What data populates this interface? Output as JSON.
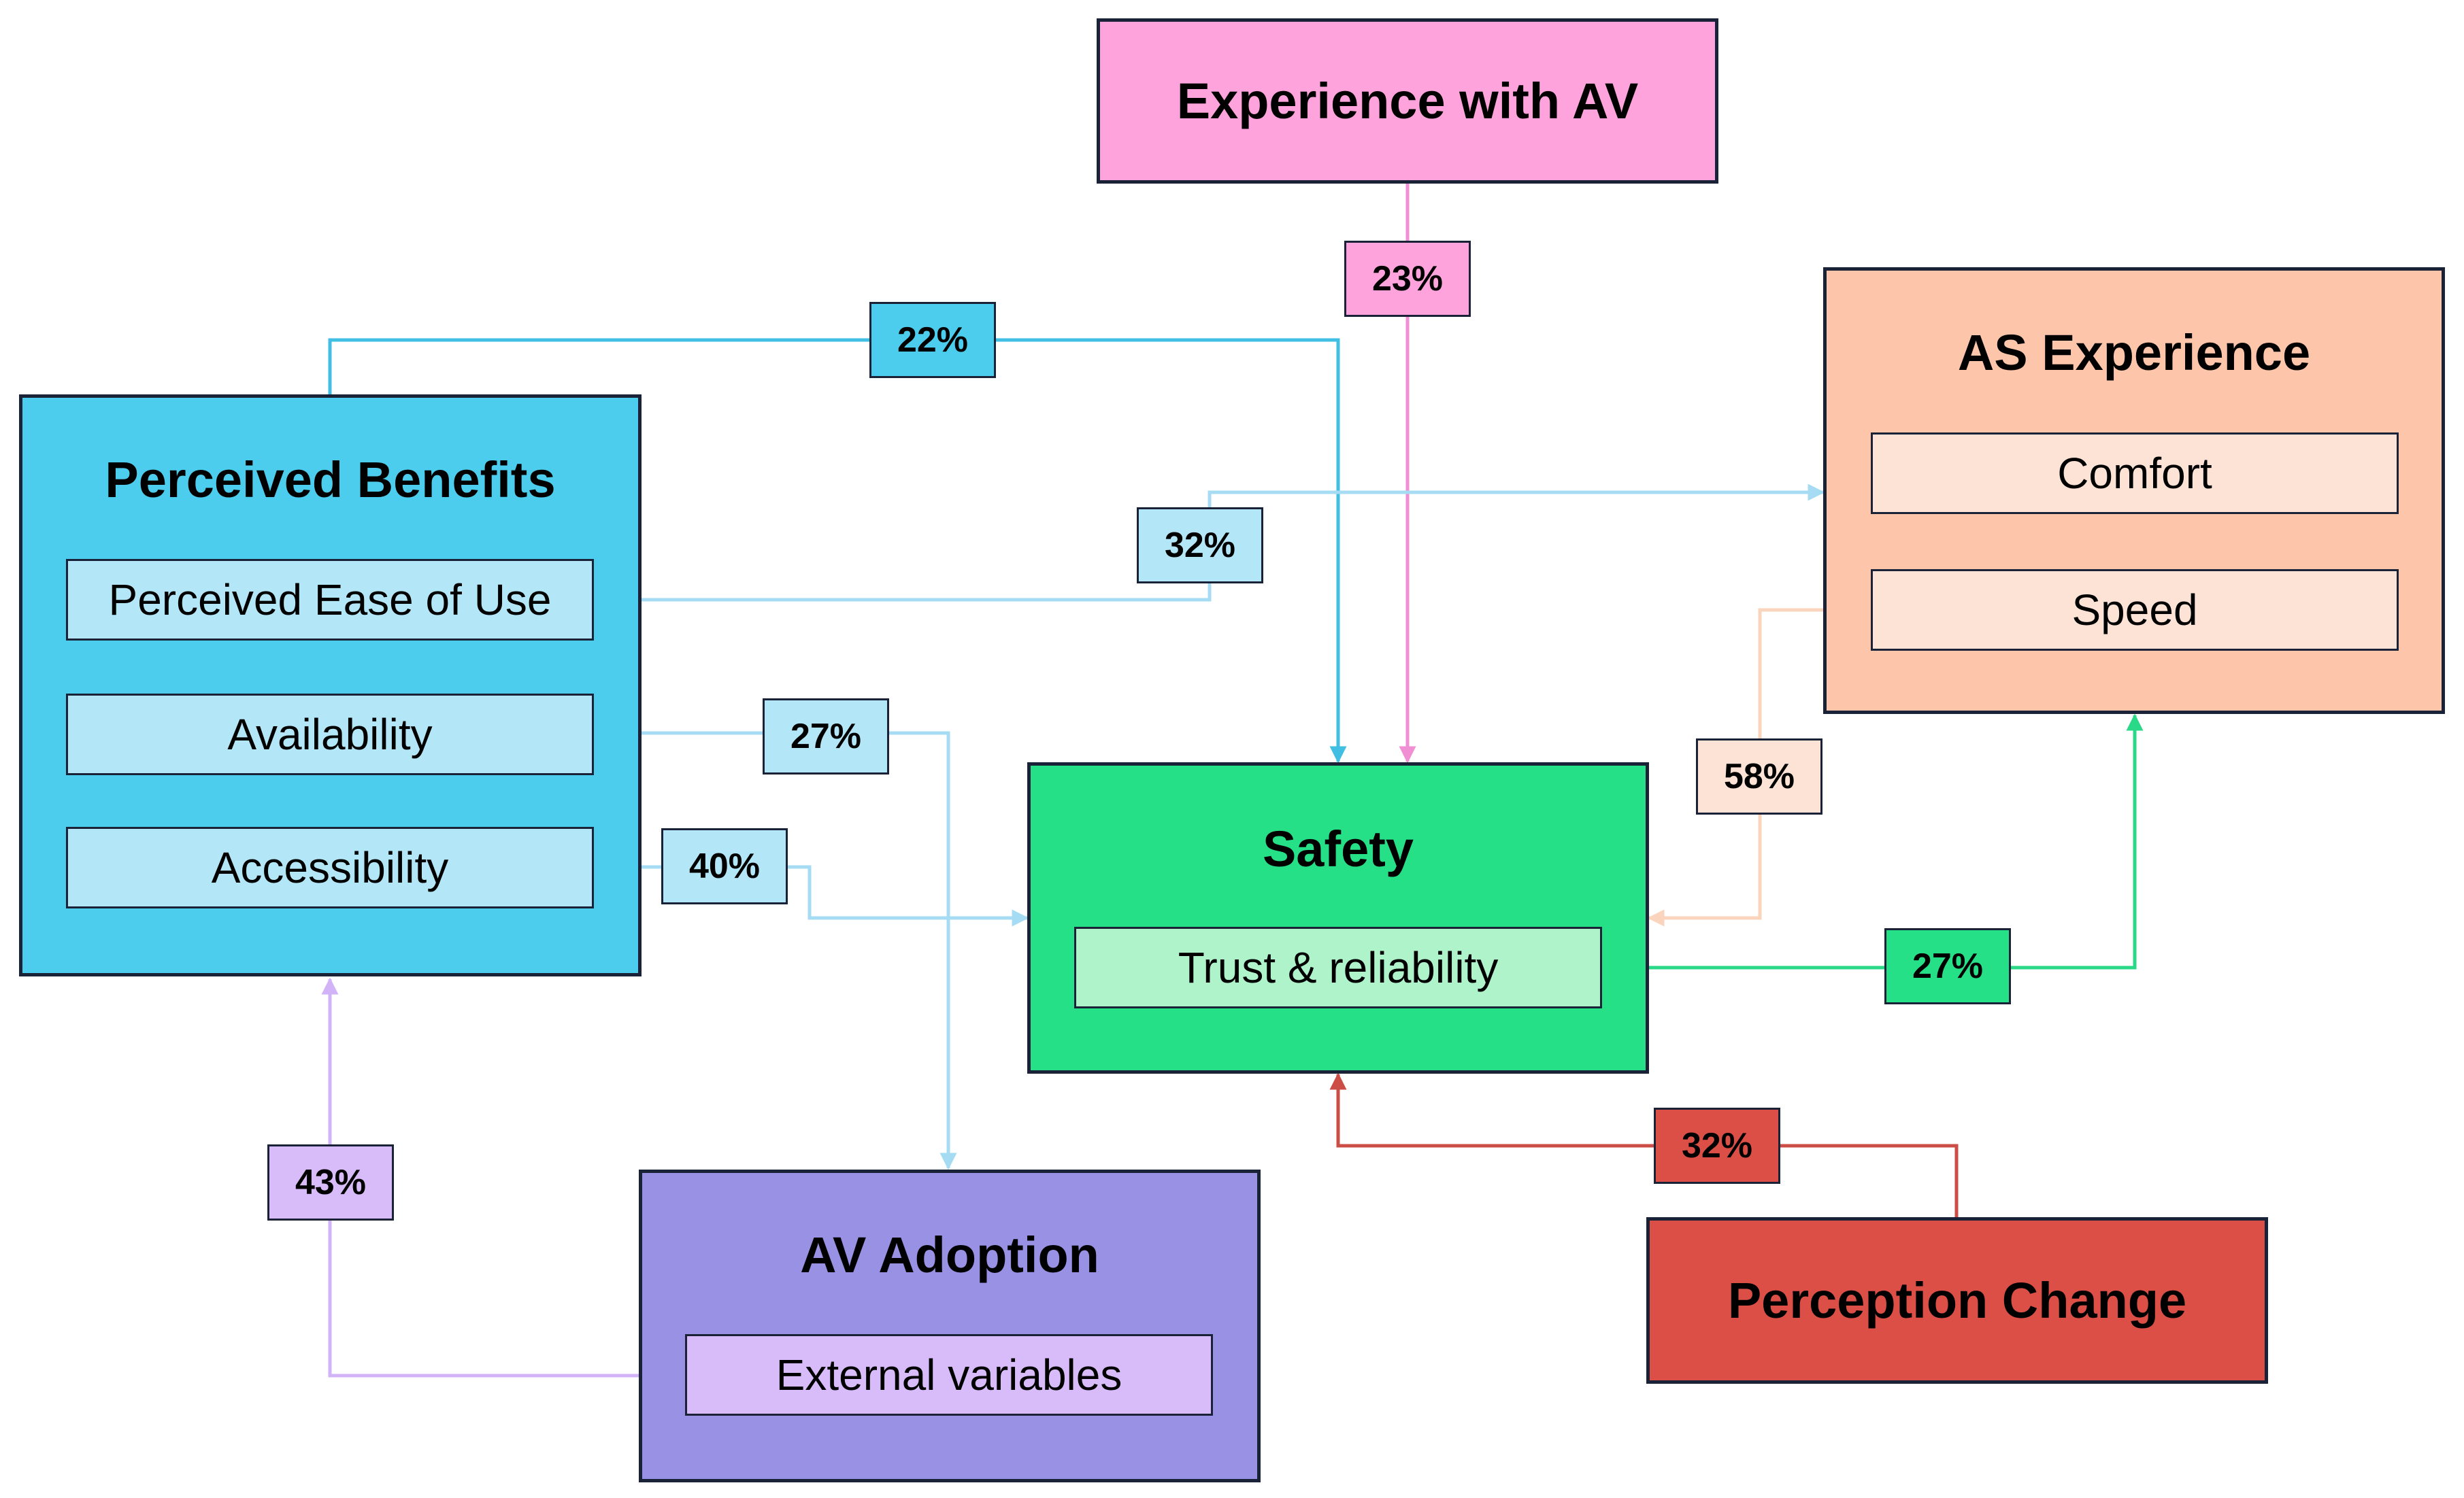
{
  "colors": {
    "perceived_benefits": "#4ccdee",
    "perceived_benefits_item": "#b3e6f6",
    "experience_with_av": "#ffa3dc",
    "as_experience": "#fdc5a9",
    "as_experience_item": "#fde3d6",
    "safety": "#26e087",
    "safety_item": "#aef3ca",
    "av_adoption": "#9891e4",
    "av_adoption_item": "#d8bbf9",
    "perception_change": "#db4f47",
    "border": "#1a2238"
  },
  "nodes": {
    "experience_with_av": {
      "title": "Experience with AV"
    },
    "perceived_benefits": {
      "title": "Perceived Benefits",
      "items": [
        "Perceived Ease of Use",
        "Availability",
        "Accessibility"
      ]
    },
    "as_experience": {
      "title": "AS Experience",
      "items": [
        "Comfort",
        "Speed"
      ]
    },
    "safety": {
      "title": "Safety",
      "items": [
        "Trust & reliability"
      ]
    },
    "av_adoption": {
      "title": "AV Adoption",
      "items": [
        "External variables"
      ]
    },
    "perception_change": {
      "title": "Perception Change"
    }
  },
  "edges": [
    {
      "from": "Experience with AV",
      "to": "Safety",
      "label": "23%"
    },
    {
      "from": "Perceived Benefits",
      "to": "Safety",
      "label": "22%"
    },
    {
      "from": "Perceived Ease of Use",
      "to": "AS Experience",
      "label": "32%"
    },
    {
      "from": "Availability",
      "to": "AV Adoption",
      "label": "27%"
    },
    {
      "from": "Accessibility",
      "to": "Safety",
      "label": "40%"
    },
    {
      "from": "Speed",
      "to": "Safety",
      "label": "58%"
    },
    {
      "from": "Trust & reliability",
      "to": "AS Experience",
      "label": "27%"
    },
    {
      "from": "Perception Change",
      "to": "Safety",
      "label": "32%"
    },
    {
      "from": "External variables",
      "to": "Perceived Benefits",
      "label": "43%"
    }
  ]
}
